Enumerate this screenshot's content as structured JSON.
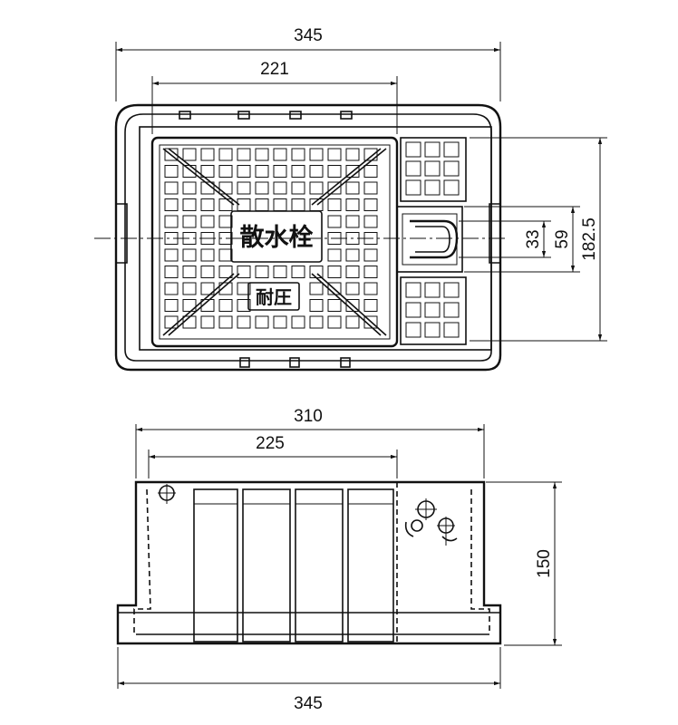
{
  "dimensions": {
    "top_overall_width": "345",
    "top_cover_width": "221",
    "right_overall_height": "182.5",
    "right_opening_59": "59",
    "right_opening_33": "33",
    "side_overall_width": "310",
    "side_inner_width": "225",
    "side_height": "150",
    "bottom_overall_width": "345"
  },
  "cover_labels": {
    "main": "散水栓",
    "sub": "耐圧"
  },
  "colors": {
    "line": "#111111",
    "background": "#ffffff"
  }
}
